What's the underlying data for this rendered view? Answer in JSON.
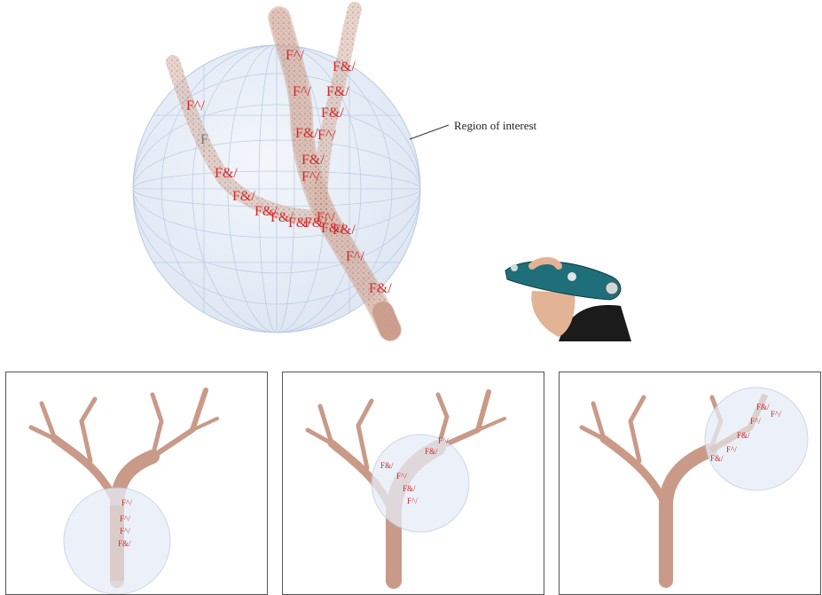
{
  "callout": {
    "label": "Region of interest"
  },
  "main_symbols": [
    "F^/",
    "F&/",
    "F^/",
    "F&/",
    "F^/",
    "F&/",
    "F",
    "F&/",
    "F&/",
    "F^/",
    "F&/",
    "F^/",
    "F&/",
    "F&/",
    "F&/",
    "F&/",
    "F&/",
    "F^/",
    "F&/",
    "F&/",
    "F^/",
    "F&/"
  ],
  "panels": [
    {
      "name": "panel-left"
    },
    {
      "name": "panel-middle"
    },
    {
      "name": "panel-right"
    }
  ],
  "colors": {
    "sphere_fill": "#e6edf7",
    "sphere_grid": "#b9c9e3",
    "branch": "#c99a88",
    "symbol": "#d12a2a",
    "frame": "#555555"
  }
}
